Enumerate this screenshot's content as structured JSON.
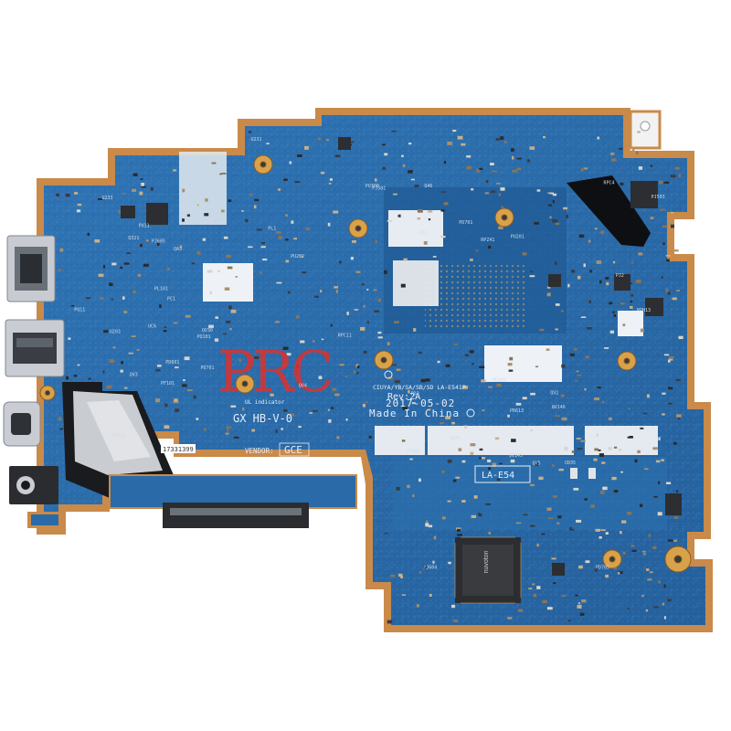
{
  "watermark": {
    "text": "PRC",
    "color": "#e0302a"
  },
  "board": {
    "model_label": "LA-E54",
    "project_code": "CIUYA/YB/SA/SB/SD LA-E541P",
    "revision": "Rev:2A",
    "date": "2017-05-02",
    "origin": "Made In China",
    "vendor_label": "VENDOR:",
    "vendor_value": "GCE",
    "ul_label": "UL indicator",
    "ul_code": "GX HB-V-0",
    "serial": "17331399",
    "main_ic_marking": "nuvoton",
    "colors": {
      "pcb": "#2a6aa8",
      "pcb_dark": "#1d4f86",
      "edge_copper": "#c98a4a",
      "mount_pad": "#d8a24a"
    }
  },
  "refdes": [
    "RPH13",
    "RPH11",
    "PF101",
    "PL101",
    "PR613",
    "PD701",
    "QV145",
    "QV146",
    "Q46",
    "QV2",
    "QV3",
    "QV5",
    "QV4",
    "QV30",
    "PQ101",
    "PQ11",
    "RPZ41",
    "PU201",
    "PU202",
    "PU11",
    "UC6",
    "U203",
    "RPC11",
    "RPC4",
    "PL1",
    "PD3",
    "PU300",
    "PJ501",
    "PJ503",
    "PJ601",
    "PJ604",
    "PJ605",
    "PD701",
    "PD705",
    "PD305",
    "CD35",
    "Q321",
    "U233",
    "U11",
    "QA3",
    "PD601",
    "U231",
    "PC1",
    "PJ2"
  ]
}
